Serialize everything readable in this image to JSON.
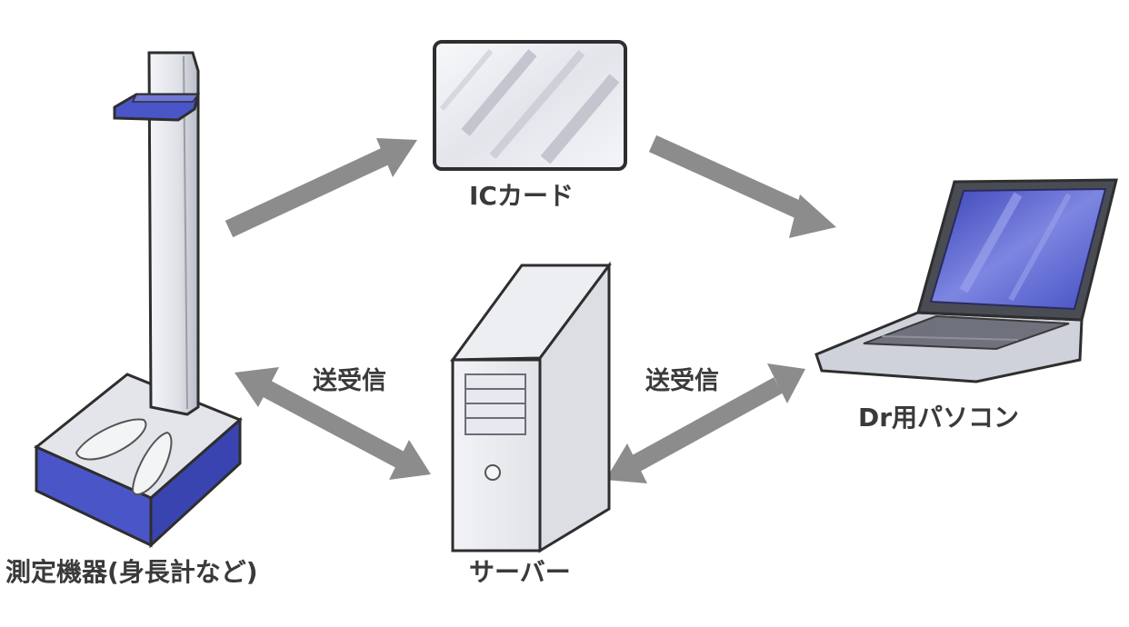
{
  "nodes": {
    "device": {
      "label": "測定機器(身長計など)",
      "icon": "height-scale-icon"
    },
    "ic_card": {
      "label": "ICカード",
      "icon": "ic-card-icon"
    },
    "doctor_pc": {
      "label": "Dr用パソコン",
      "icon": "laptop-icon"
    },
    "server": {
      "label": "サーバー",
      "icon": "server-tower-icon"
    }
  },
  "edges": [
    {
      "from": "device",
      "to": "ic_card",
      "direction": "one-way",
      "label": ""
    },
    {
      "from": "ic_card",
      "to": "doctor_pc",
      "direction": "one-way",
      "label": ""
    },
    {
      "from": "device",
      "to": "server",
      "direction": "two-way",
      "label": "送受信"
    },
    {
      "from": "server",
      "to": "doctor_pc",
      "direction": "two-way",
      "label": "送受信"
    }
  ],
  "colors": {
    "arrow": "#8c8c8c",
    "accent_blue": "#4a55c8",
    "outline": "#2e2e2e",
    "metal_light": "#eceef3",
    "metal_mid": "#c9ccd5",
    "label_text": "#3a3a3a"
  }
}
